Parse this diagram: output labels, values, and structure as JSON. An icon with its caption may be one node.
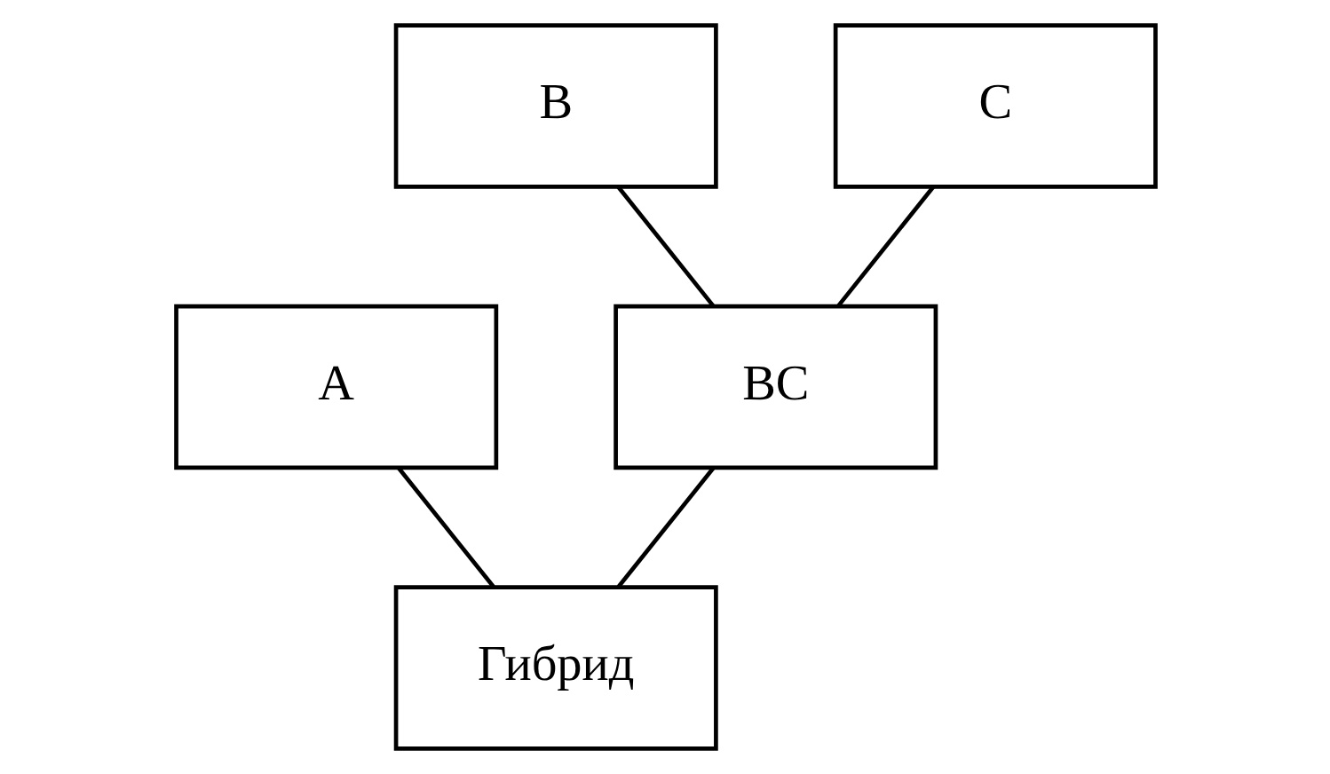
{
  "diagram": {
    "nodes": [
      {
        "text": [
          "A"
        ]
      },
      {
        "text": [
          "B"
        ]
      },
      {
        "text": [
          "C"
        ]
      },
      {
        "text": [
          "BC"
        ]
      },
      {
        "text": [
          "Гибрид"
        ]
      }
    ],
    "edges": [
      {
        "from": 1,
        "to": 3,
        "arrow": "none"
      },
      {
        "from": 2,
        "to": 3,
        "arrow": "none"
      },
      {
        "from": 0,
        "to": 4,
        "arrow": "none"
      },
      {
        "from": 3,
        "to": 4,
        "arrow": "none"
      }
    ]
  }
}
